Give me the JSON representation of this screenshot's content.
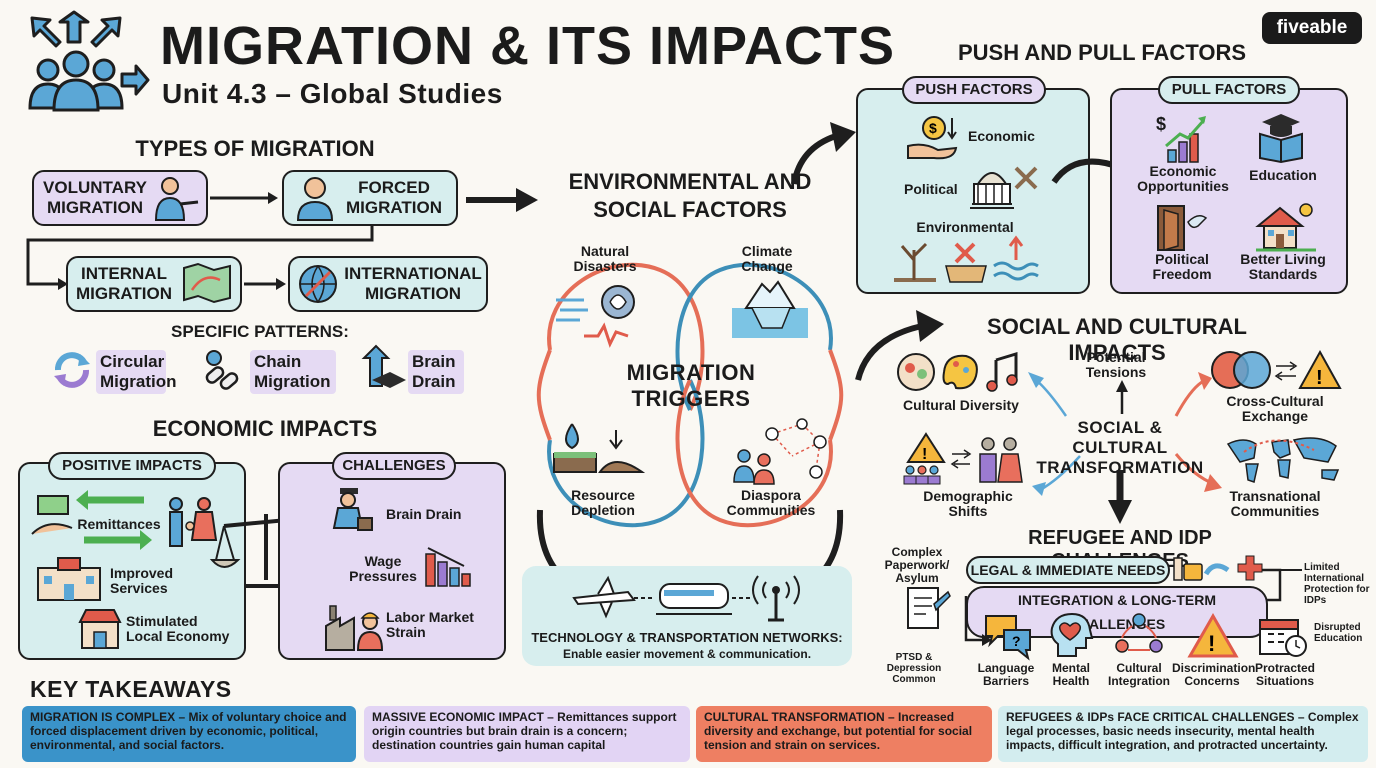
{
  "brand": "fiveable",
  "title": "MIGRATION & ITS IMPACTS",
  "subtitle": "Unit 4.3 – Global Studies",
  "types": {
    "heading": "TYPES OF MIGRATION",
    "voluntary": "VOLUNTARY MIGRATION",
    "forced": "FORCED MIGRATION",
    "internal": "INTERNAL MIGRATION",
    "international": "INTERNATIONAL MIGRATION",
    "patterns_heading": "SPECIFIC PATTERNS:",
    "patterns": [
      "Circular Migration",
      "Chain Migration",
      "Brain Drain"
    ]
  },
  "economic": {
    "heading": "ECONOMIC IMPACTS",
    "positive_label": "POSITIVE IMPACTS",
    "positive": [
      "Remittances",
      "Improved Services",
      "Stimulated Local Economy"
    ],
    "challenges_label": "CHALLENGES",
    "challenges": [
      "Brain Drain",
      "Wage Pressures",
      "Labor Market Strain"
    ]
  },
  "environment": {
    "heading": "ENVIRONMENTAL AND SOCIAL FACTORS",
    "center": "MIGRATION TRIGGERS",
    "petals": [
      "Natural Disasters",
      "Climate Change",
      "Resource Depletion",
      "Diaspora Communities"
    ],
    "tech_title": "TECHNOLOGY & TRANSPORTATION NETWORKS:",
    "tech_sub": "Enable easier movement & communication."
  },
  "push_pull": {
    "heading": "PUSH AND PULL FACTORS",
    "push_label": "PUSH FACTORS",
    "push": [
      "Economic",
      "Political",
      "Environmental"
    ],
    "pull_label": "PULL FACTORS",
    "pull": [
      "Economic Opportunities",
      "Education",
      "Political Freedom",
      "Better Living Standards"
    ]
  },
  "social": {
    "heading": "SOCIAL AND CULTURAL IMPACTS",
    "center": "SOCIAL & CULTURAL TRANSFORMATION",
    "items": [
      "Cultural Diversity",
      "Potential Tensions",
      "Cross-Cultural Exchange",
      "Demographic Shifts",
      "Transnational Communities"
    ]
  },
  "refugee": {
    "heading": "REFUGEE AND IDP CHALLENGES",
    "legal": "LEGAL & IMMEDIATE NEEDS",
    "integration": "INTEGRATION & LONG-TERM CHALLENGES",
    "side_left_top": "Complex Paperwork/ Asylum",
    "side_left_bottom": "PTSD & Depression Common",
    "side_right_top": "Limited International Protection for IDPs",
    "side_right_bottom": "Disrupted Education",
    "items": [
      "Language Barriers",
      "Mental Health",
      "Cultural Integration",
      "Discrimination Concerns",
      "Protracted Situations"
    ]
  },
  "takeaways": {
    "heading": "KEY TAKEAWAYS",
    "items": [
      {
        "bold": "MIGRATION IS COMPLEX",
        "text": " – Mix of voluntary choice and forced displacement driven by economic, political, environmental, and social factors.",
        "color": "#3a93c9"
      },
      {
        "bold": "MASSIVE ECONOMIC IMPACT",
        "text": " – Remittances support origin countries but brain drain is a concern; destination countries gain human capital",
        "color": "#e2d4f4"
      },
      {
        "bold": "CULTURAL TRANSFORMATION",
        "text": " – Increased diversity and exchange, but potential for social tension and strain on services.",
        "color": "#ee7f62"
      },
      {
        "bold": "REFUGEES & IDPs FACE CRITICAL CHALLENGES",
        "text": " – Complex legal processes, basic needs insecurity, mental health impacts, difficult integration, and protracted uncertainty.",
        "color": "#d3edef"
      }
    ]
  }
}
